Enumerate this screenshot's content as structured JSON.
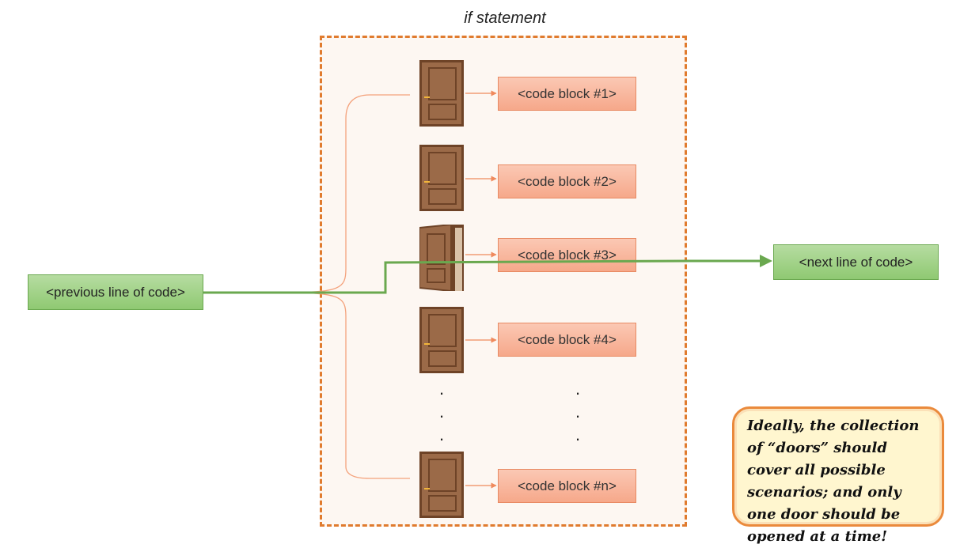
{
  "diagram": {
    "title": "if statement",
    "previous_line": "<previous line of code>",
    "next_line": "<next line of code>",
    "code_blocks": [
      "<code block #1>",
      "<code block #2>",
      "<code block #3>",
      "<code block #4>",
      "<code block #n>"
    ],
    "ellipsis_dot": ".",
    "note": "Ideally, the collection of “doors” should cover all possible scenarios; and only one door should be opened at a time!",
    "open_door": 3,
    "colors": {
      "frame_dashed": "#e07b2e",
      "code_block_fill": "#f6a88a",
      "flow_green": "#6aa84f",
      "door_brown": "#8b5a3c",
      "note_border": "#ea8a3c",
      "note_fill": "#fff6cf"
    }
  }
}
